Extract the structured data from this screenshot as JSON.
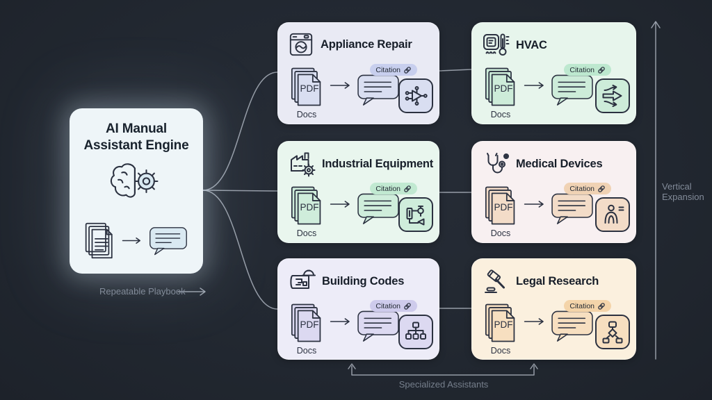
{
  "page": {
    "background": "#222831",
    "connector_color": "#aab2bc"
  },
  "engine_card": {
    "title": "AI Manual Assistant Engine",
    "icon": "brain-gear-icon",
    "flow": {
      "from_icon": "docs-stack-icon",
      "to_icon": "chat-bubble-icon"
    },
    "colors": {
      "bg": "#eef5f8",
      "item": "#d9e9f2",
      "badge": "#c9dcEA"
    }
  },
  "labels": {
    "repeatable_playbook": "Repeatable Playbook",
    "vertical_expansion": "Vertical Expansion",
    "specialized_assistants": "Specialized Assistants"
  },
  "cards": [
    {
      "title": "Appliance Repair",
      "header_icon": "washing-machine-icon",
      "pdf_label": "PDF",
      "docs_label": "Docs",
      "citation_label": "Citation",
      "result_icon": "circuit-schematic-icon",
      "colors": {
        "bg": "#e9eaf4",
        "item": "#d9def1",
        "badge": "#c8cfee"
      }
    },
    {
      "title": "HVAC",
      "header_icon": "thermostat-thermometer-icon",
      "pdf_label": "PDF",
      "docs_label": "Docs",
      "citation_label": "Citation",
      "result_icon": "airflow-arrows-icon",
      "colors": {
        "bg": "#e7f5ec",
        "item": "#cdecd9",
        "badge": "#bde8cf"
      }
    },
    {
      "title": "Industrial Equipment",
      "header_icon": "factory-gear-icon",
      "pdf_label": "PDF",
      "docs_label": "Docs",
      "citation_label": "Citation",
      "result_icon": "piping-diagram-icon",
      "colors": {
        "bg": "#e9f6ee",
        "item": "#cfeddb",
        "badge": "#c1e9d1"
      }
    },
    {
      "title": "Medical Devices",
      "header_icon": "stethoscope-icon",
      "pdf_label": "PDF",
      "docs_label": "Docs",
      "citation_label": "Citation",
      "result_icon": "anatomy-figure-icon",
      "colors": {
        "bg": "#f8f0f1",
        "item": "#f3dcc8",
        "badge": "#f0d2b4"
      }
    },
    {
      "title": "Building Codes",
      "header_icon": "blueprint-hardhat-icon",
      "pdf_label": "PDF",
      "docs_label": "Docs",
      "citation_label": "Citation",
      "result_icon": "hierarchy-chart-icon",
      "colors": {
        "bg": "#edecf8",
        "item": "#dcd9f1",
        "badge": "#cecbec"
      }
    },
    {
      "title": "Legal Research",
      "header_icon": "gavel-icon",
      "pdf_label": "PDF",
      "docs_label": "Docs",
      "citation_label": "Citation",
      "result_icon": "flowchart-icon",
      "colors": {
        "bg": "#fbf0de",
        "item": "#f7dfc0",
        "badge": "#f4d4a9"
      }
    }
  ]
}
